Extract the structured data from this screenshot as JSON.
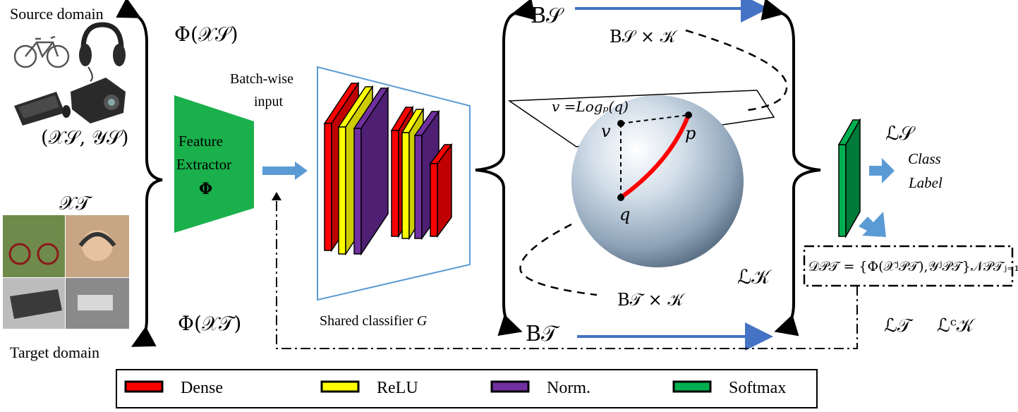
{
  "source": {
    "label": "Source domain",
    "data_label": "(𝒳𝒮, 𝒴𝒮)",
    "images": [
      "bicycle-icon",
      "headphones-icon",
      "keyboard-icon",
      "mouse-icon",
      "projector-icon"
    ]
  },
  "target": {
    "label": "Target domain",
    "data_label": "𝒳𝒯",
    "images": [
      "bicycle-photo",
      "child-headphones-photo",
      "keyboard-photo",
      "projector-photo"
    ]
  },
  "phi_source": "Φ(𝒳𝒮)",
  "phi_target": "Φ(𝒳𝒯)",
  "feature_extractor": {
    "line1": "Feature",
    "line2": "Extractor",
    "symbol": "𝚽",
    "color": "#1ab04c"
  },
  "batch_input": {
    "line1": "Batch-wise",
    "line2": "input"
  },
  "classifier": {
    "label": "Shared classifier ",
    "symbol": "G"
  },
  "manifold": {
    "bs": "B𝒮",
    "bt": "B𝒯",
    "bs_k": "B𝒮 × 𝒦",
    "bt_k": "B𝒯 × 𝒦",
    "log_map": "v =Logₚ(q)",
    "point_v": "v",
    "point_p": "p",
    "point_q": "q",
    "loss_k": "ℒ𝒦"
  },
  "outputs": {
    "loss_s": "ℒ𝒮",
    "class_line1": "Class",
    "class_line2": "Label",
    "pseudo_set": "𝒟𝒫𝒯 = {Φ(𝒳ʲ𝒫𝒯),𝒴ʲ𝒫𝒯}𝒩𝒫𝒯ⱼ₌₁",
    "loss_t": "ℒ𝒯",
    "loss_kc": "ℒᶜ𝒦"
  },
  "legend": [
    {
      "label": "Dense",
      "color": "#ff0000"
    },
    {
      "label": "ReLU",
      "color": "#ffff00"
    },
    {
      "label": "Norm.",
      "color": "#7030a0"
    },
    {
      "label": "Softmax",
      "color": "#00b050"
    }
  ],
  "colors": {
    "arrow": "#4472c4",
    "arrow_fill": "#5b9bd5",
    "curve": "#ff0000",
    "classifier_border": "#5b9bd5"
  }
}
